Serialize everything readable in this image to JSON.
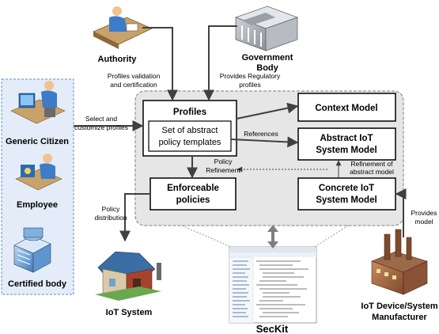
{
  "actors": {
    "authority": "Authority",
    "government_line1": "Government",
    "government_line2": "Body",
    "generic_citizen": "Generic Citizen",
    "employee": "Employee",
    "certified_body": "Certified body",
    "iot_system": "IoT System",
    "manufacturer_line1": "IoT Device/System",
    "manufacturer_line2": "Manufacturer",
    "seckit": "SecKit"
  },
  "boxes": {
    "profiles_title": "Profiles",
    "abstract_templates_line1": "Set of abstract",
    "abstract_templates_line2": "policy templates",
    "context_model": "Context Model",
    "abstract_iot_line1": "Abstract IoT",
    "abstract_iot_line2": "System Model",
    "enforceable_line1": "Enforceable",
    "enforceable_line2": "policies",
    "concrete_iot_line1": "Concrete IoT",
    "concrete_iot_line2": "System Model"
  },
  "edges": {
    "profiles_validation_line1": "Profiles validation",
    "profiles_validation_line2": "and certification",
    "provides_regulatory_line1": "Provides Regulatory",
    "provides_regulatory_line2": "profiles",
    "select_customize_line1": "Select and",
    "select_customize_line2": "customize profiles",
    "references": "References",
    "policy_refinement_line1": "Policy",
    "policy_refinement_line2": "Refinement",
    "refinement_abstract_line1": "Refinement of",
    "refinement_abstract_line2": "abstract model",
    "policy_distribution_line1": "Policy",
    "policy_distribution_line2": "distribution",
    "provides_model_line1": "Provides",
    "provides_model_line2": "model"
  },
  "colors": {
    "panel_fill": "#e6e6e6",
    "panel_stroke": "#7f7f7f",
    "sidebar_fill": "#e3ecf8",
    "sidebar_stroke": "#5b8fd0",
    "arrow": "#404040"
  }
}
